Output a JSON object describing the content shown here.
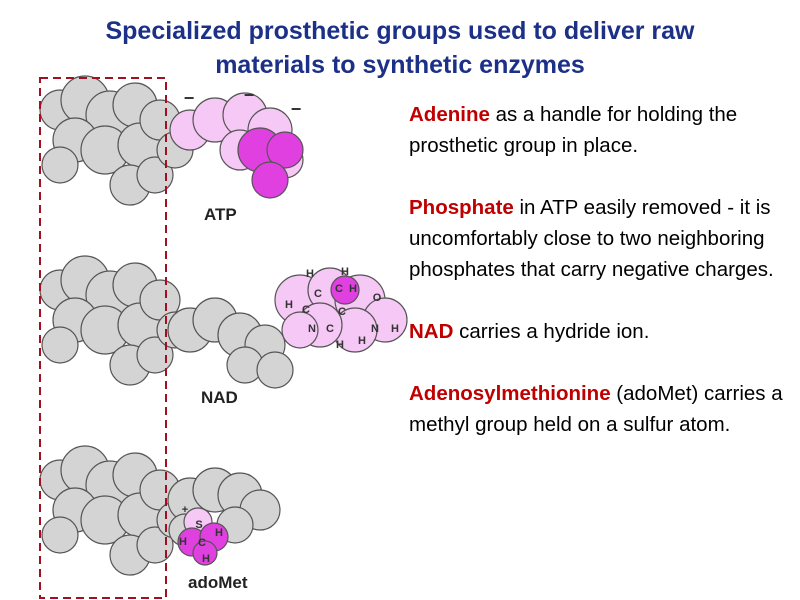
{
  "title": {
    "line1": "Specialized prosthetic groups used to deliver raw",
    "line2": "materials to synthetic enzymes"
  },
  "molecules": [
    {
      "label": "ATP"
    },
    {
      "label": "NAD"
    },
    {
      "label": "adoMet"
    }
  ],
  "nad_atoms": [
    "H",
    "H",
    "C",
    "H",
    "C",
    "C",
    "N",
    "C",
    "H",
    "C",
    "O",
    "N",
    "H",
    "H",
    "H"
  ],
  "adomet_atoms": [
    "+",
    "S",
    "H",
    "C",
    "H",
    "H"
  ],
  "charges": [
    "−",
    "−",
    "−"
  ],
  "paragraphs": [
    {
      "highlight": "Adenine",
      "rest": " as a handle for holding the prosthetic group in place."
    },
    {
      "highlight": "Phosphate",
      "rest": " in ATP easily removed - it is uncomfortably close to two neighboring phosphates that carry negative charges."
    },
    {
      "highlight": "NAD",
      "rest": " carries a hydride ion."
    },
    {
      "highlight": "Adenosylmethionine",
      "rest": " (adoMet) carries a methyl group held on a sulfur atom."
    }
  ],
  "colors": {
    "title": "#1c3088",
    "highlight": "#c00000",
    "magenta": "#e040e0",
    "pink": "#f5c8f5",
    "grey": "#d4d4d4",
    "box": "#a01020"
  }
}
